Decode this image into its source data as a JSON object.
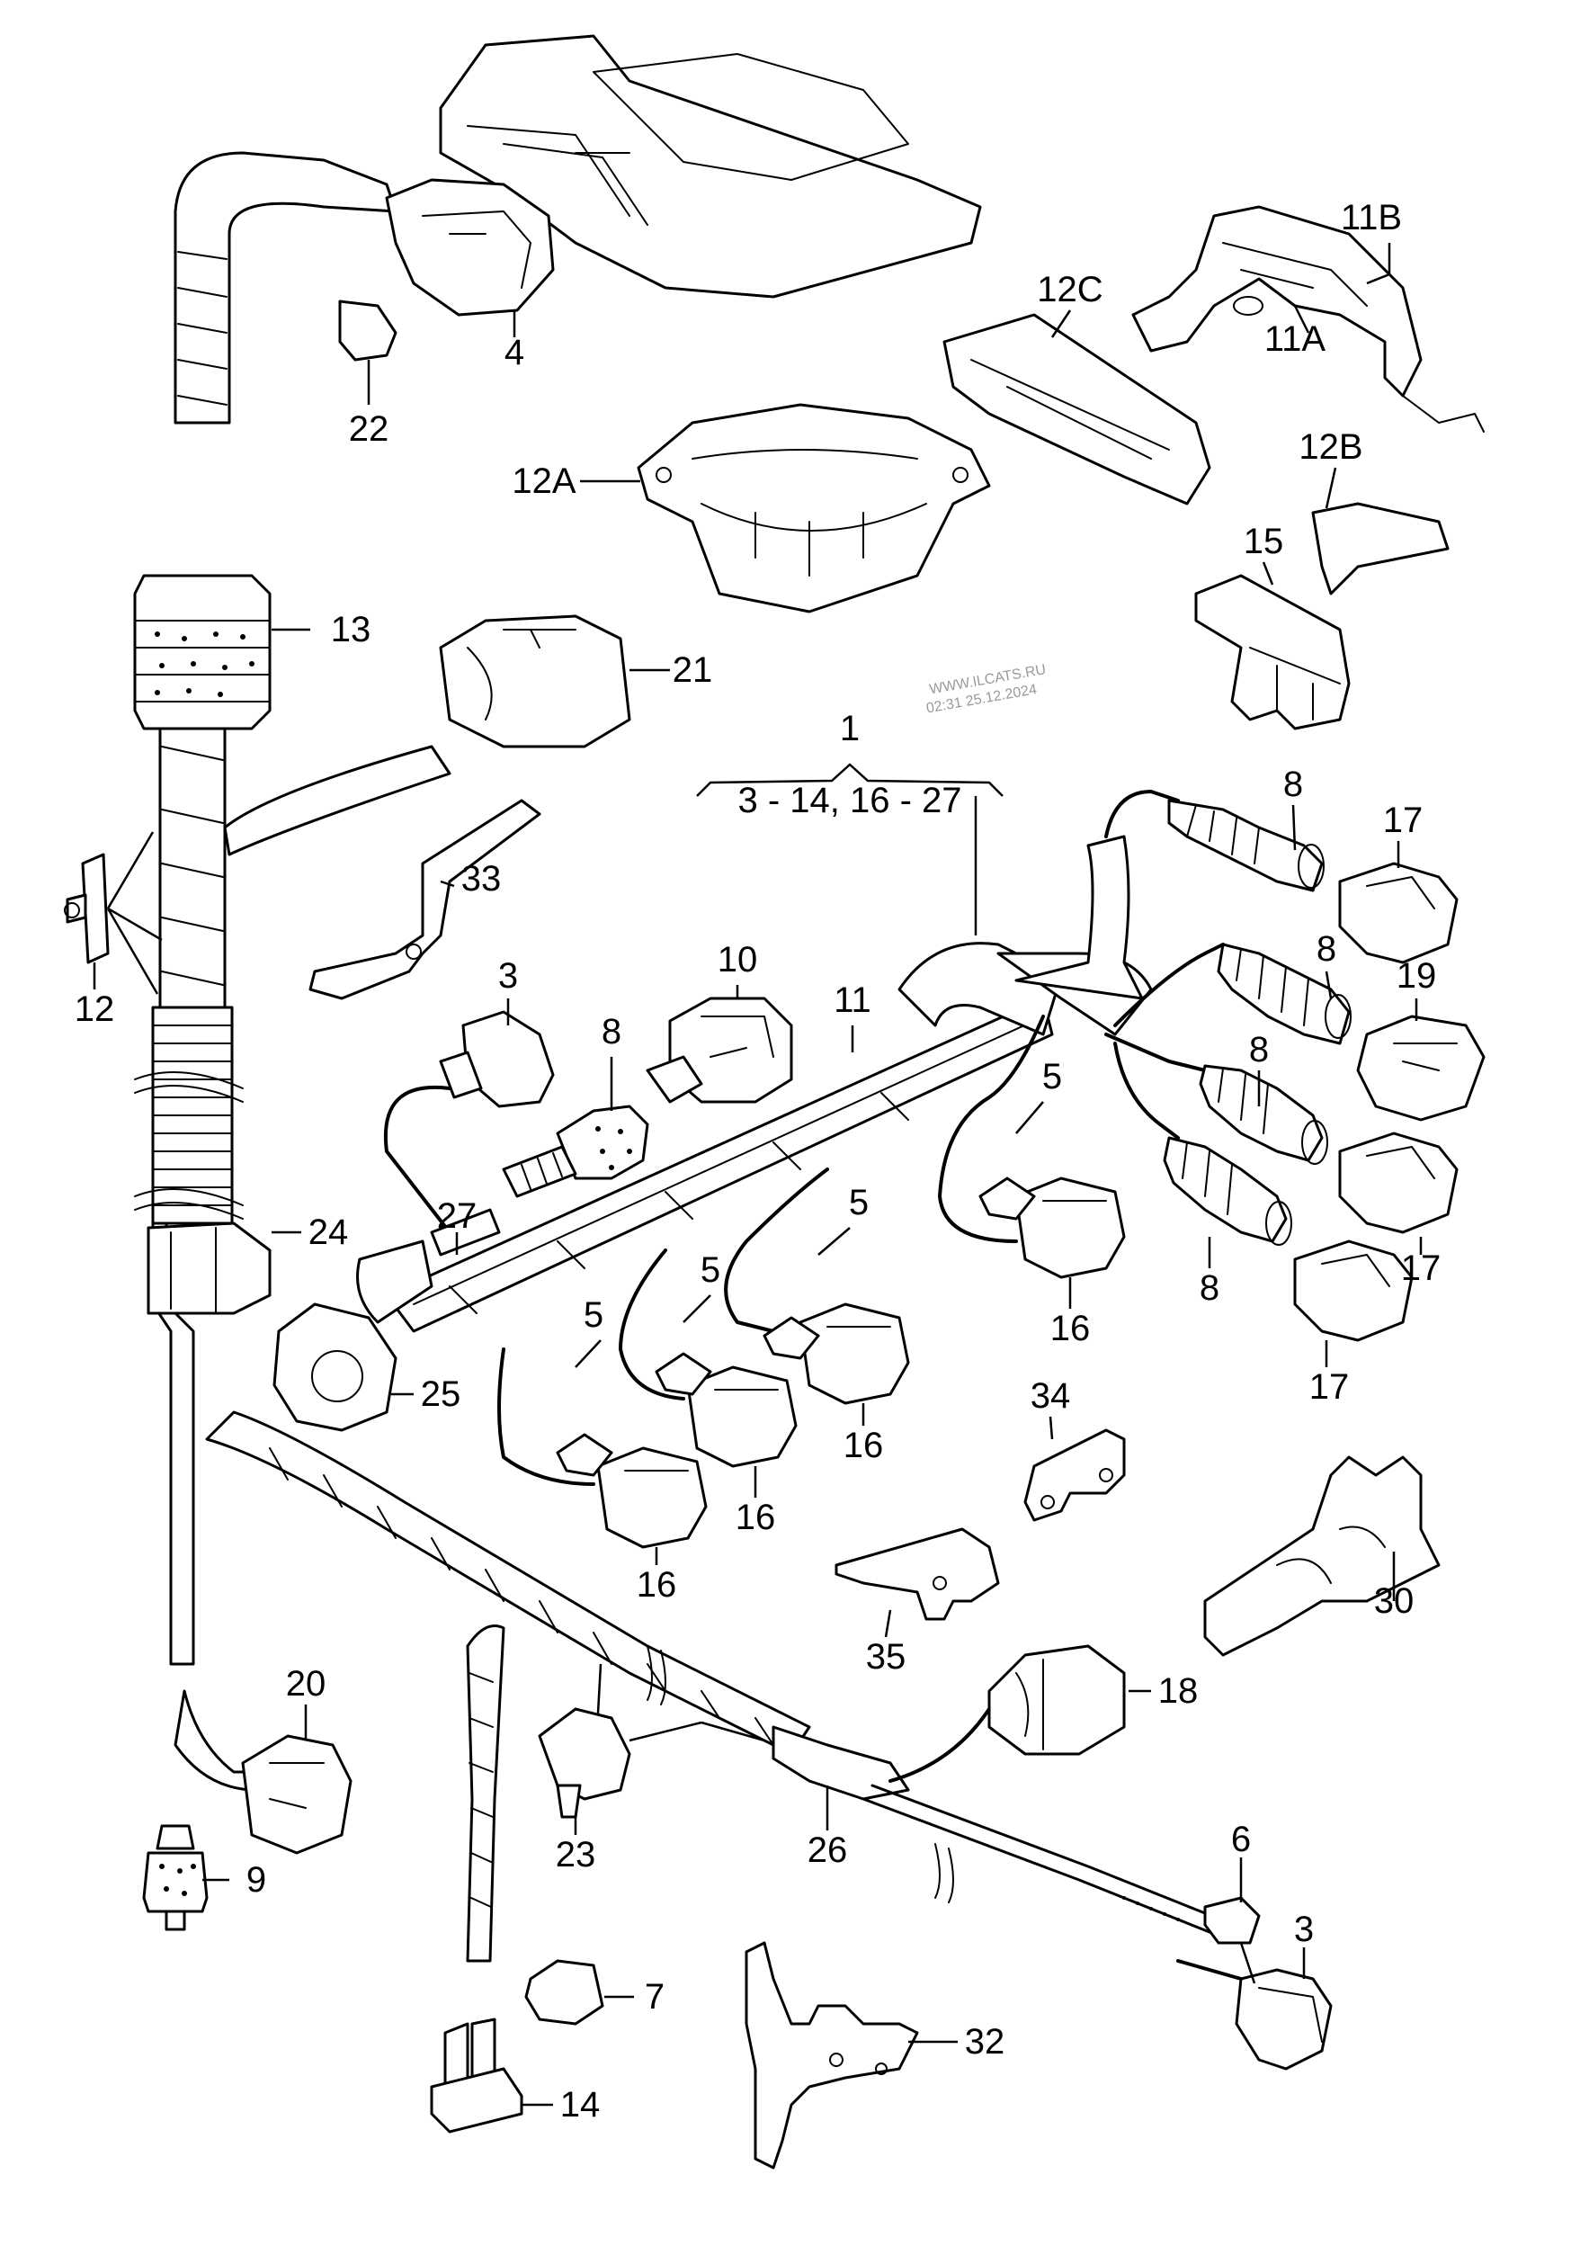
{
  "watermark": {
    "line1": "WWW.ILCATS.RU",
    "line2": "02:31 25.12.2024"
  },
  "group": {
    "label": "1",
    "range": "3 - 14, 16 - 27"
  },
  "callouts": {
    "c4": "4",
    "c22": "22",
    "c11B": "11B",
    "c11A": "11A",
    "c12C": "12C",
    "c12A": "12A",
    "c12B": "12B",
    "c15": "15",
    "c13": "13",
    "c21": "21",
    "c12": "12",
    "c33": "33",
    "c3a": "3",
    "c8a": "8",
    "c10": "10",
    "c11": "11",
    "c27": "27",
    "c24": "24",
    "c25": "25",
    "c8b": "8",
    "c17a": "17",
    "c8c": "8",
    "c19": "19",
    "c8d": "8",
    "c17b": "17",
    "c8e": "8",
    "c17c": "17",
    "c5a": "5",
    "c16a": "16",
    "c5b": "5",
    "c5c": "5",
    "c5d": "5",
    "c16b": "16",
    "c16c": "16",
    "c16d": "16",
    "c34": "34",
    "c30": "30",
    "c35": "35",
    "c20": "20",
    "c9": "9",
    "c18": "18",
    "c23": "23",
    "c26": "26",
    "c6": "6",
    "c3b": "3",
    "c7": "7",
    "c32": "32",
    "c14": "14"
  }
}
